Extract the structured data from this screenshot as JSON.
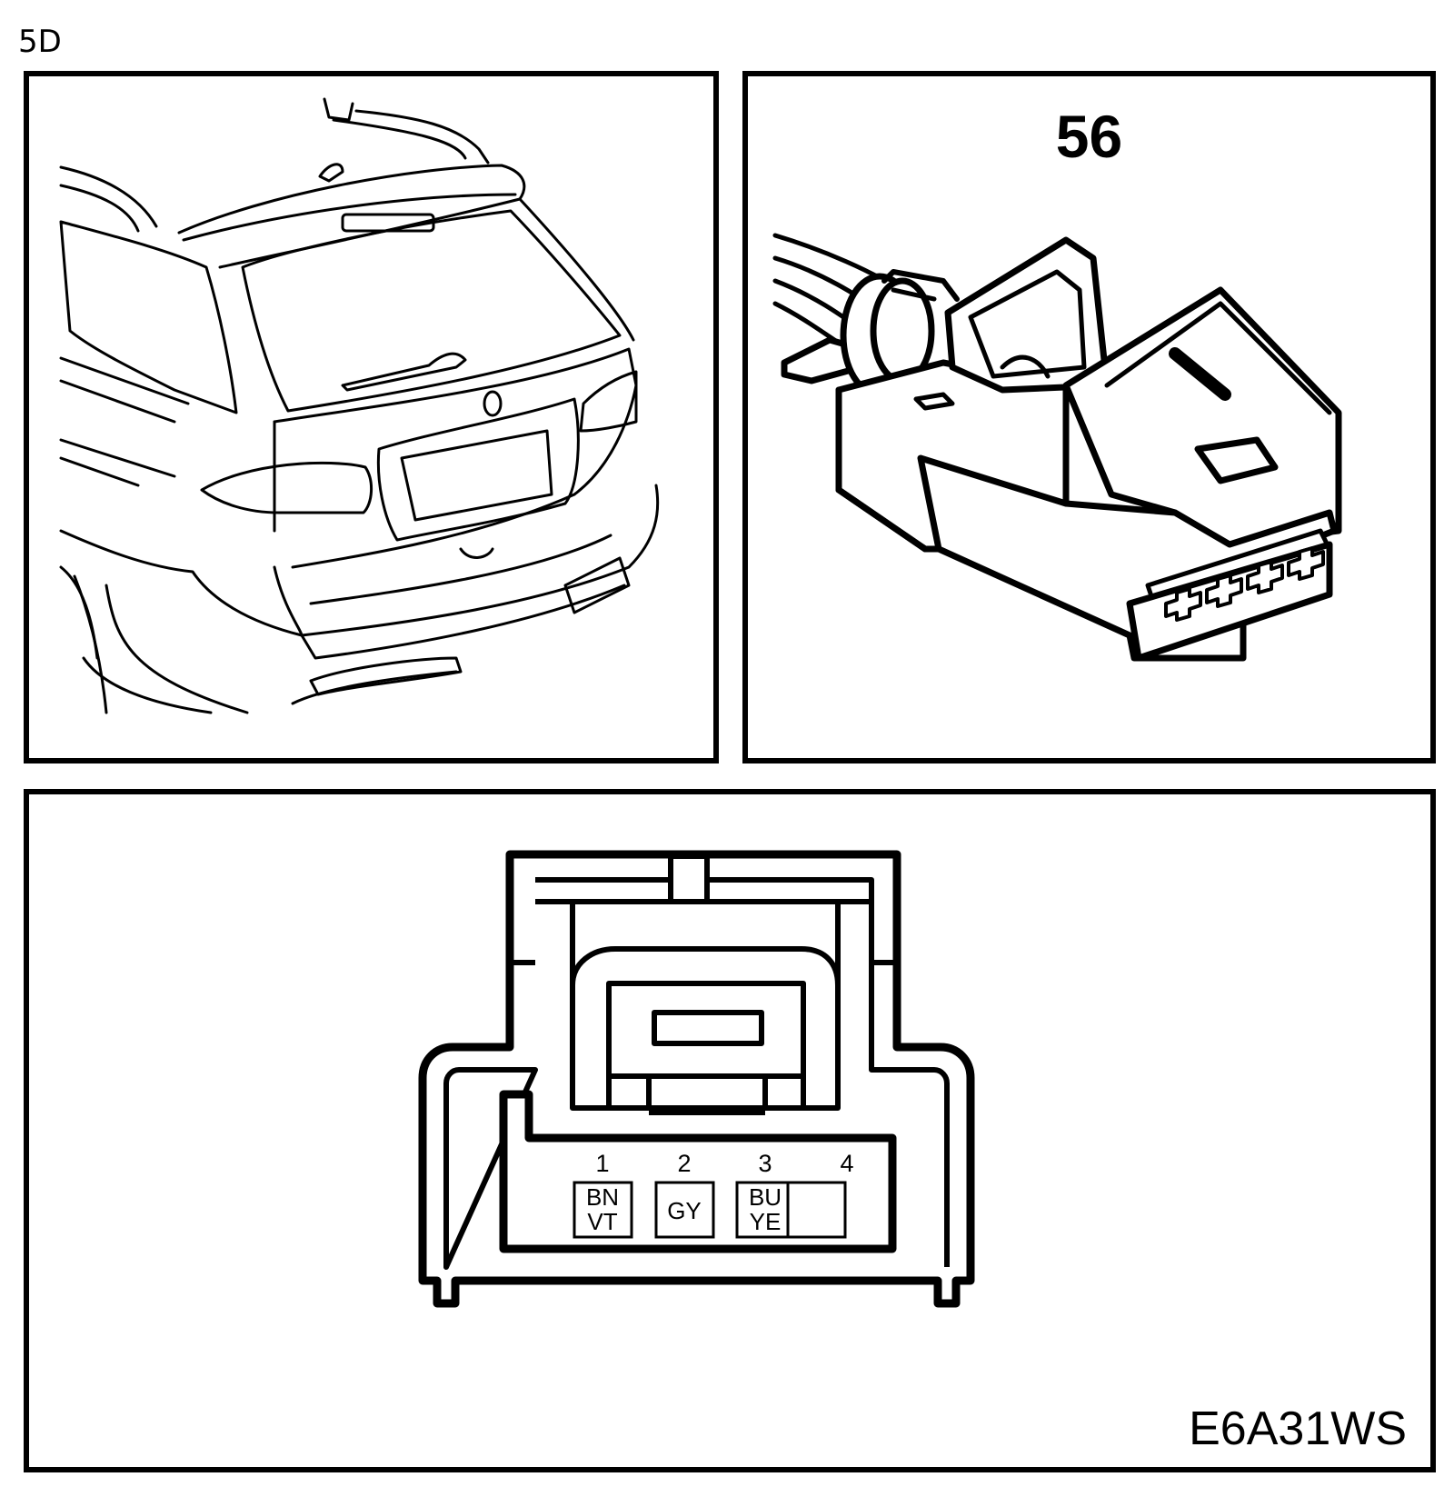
{
  "page": {
    "corner_label": "5D",
    "diagram_code": "E6A31WS"
  },
  "connector": {
    "number": "56"
  },
  "pins": [
    {
      "number": "1",
      "wire": [
        "BN",
        "VT"
      ]
    },
    {
      "number": "2",
      "wire": [
        "GY"
      ]
    },
    {
      "number": "3",
      "wire": [
        "BU",
        "YE"
      ]
    },
    {
      "number": "4",
      "wire": []
    }
  ],
  "colors": {
    "ink": "#000000",
    "paper": "#ffffff"
  }
}
